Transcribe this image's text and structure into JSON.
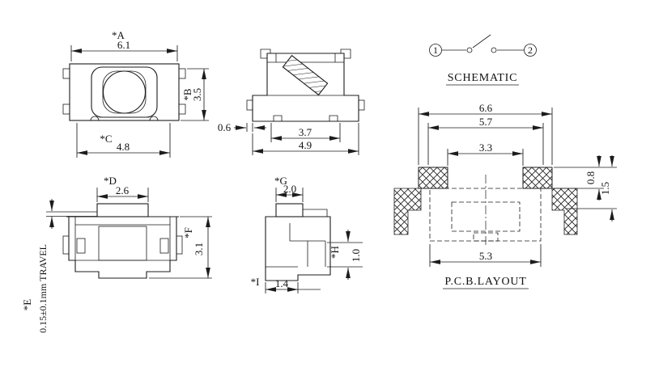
{
  "colors": {
    "line": "#1c1c1c",
    "background": "#ffffff"
  },
  "top_view": {
    "a_label": "*A",
    "a_value": "6.1",
    "b_label": "*B",
    "b_value": "3.5",
    "c_label": "*C",
    "c_value": "4.8"
  },
  "side_view": {
    "tab_width": "0.6",
    "inner_width": "3.7",
    "overall_width": "4.9"
  },
  "schematic": {
    "title": "SCHEMATIC",
    "terminal_1": "1",
    "terminal_2": "2"
  },
  "front_view": {
    "d_label": "*D",
    "d_value": "2.6",
    "f_label": "*F",
    "f_value": "3.1",
    "e_label": "*E",
    "travel_note": "0.15±0.1mm TRAVEL"
  },
  "profile_view": {
    "g_label": "*G",
    "g_value": "2.0",
    "h_label": "*H",
    "h_value": "1.0",
    "i_label": "*I",
    "i_value": "1.4"
  },
  "pcb_layout": {
    "title": "P.C.B.LAYOUT",
    "overall_width": "6.6",
    "pad_span": "5.7",
    "pad_gap": "3.3",
    "body_width": "5.3",
    "pad_height": "0.8",
    "pad_offset": "1.5"
  }
}
